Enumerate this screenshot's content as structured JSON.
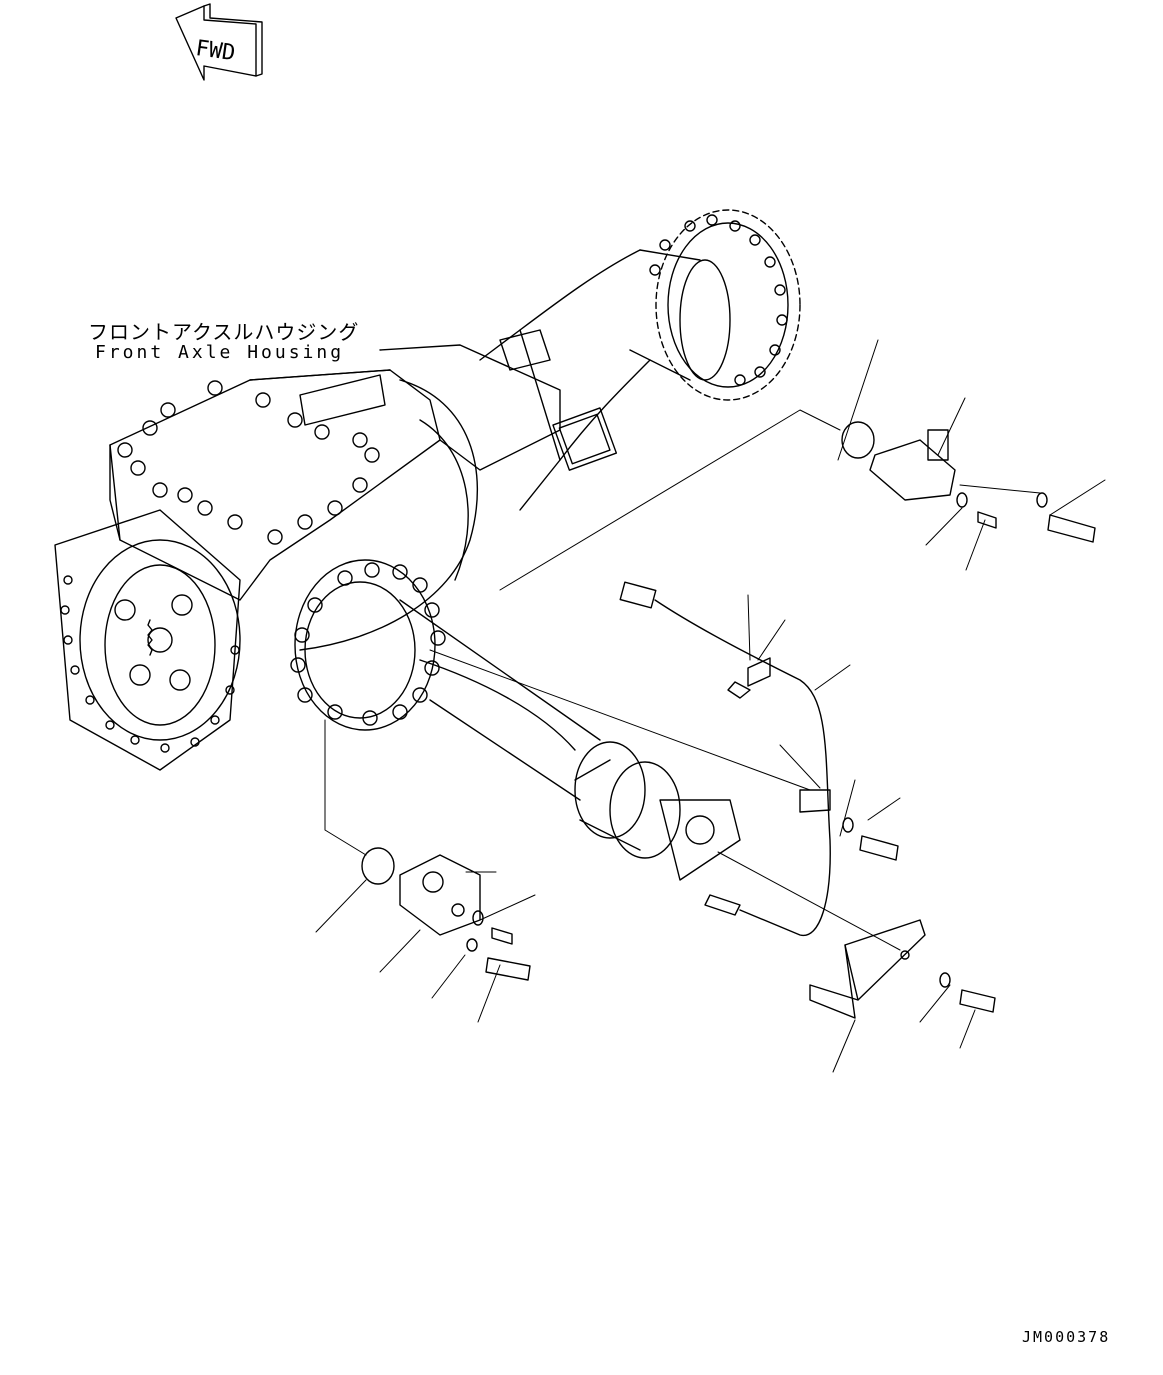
{
  "direction_marker": {
    "text": "FWD"
  },
  "assembly_label": {
    "japanese": "フロントアクスルハウジング",
    "english": "Front Axle Housing"
  },
  "drawing_id": "JM000378"
}
